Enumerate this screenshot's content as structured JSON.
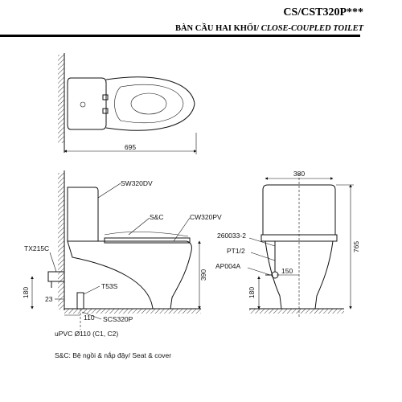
{
  "header": {
    "model": "CS/CST320P***",
    "subtitle_vi": "BÀN CẦU HAI KHỐI/ ",
    "subtitle_en": "CLOSE-COUPLED TOILET"
  },
  "top_view": {
    "width_dim": "695"
  },
  "side_view": {
    "labels": {
      "tank": "SW320DV",
      "seat": "S&C",
      "bowl": "CW320PV",
      "valve": "TX215C",
      "bolt": "T53S",
      "flange": "SCS320P",
      "pipe": "uPVC Ø110 (C1, C2)"
    },
    "dims": {
      "height": "390",
      "supply_height": "180",
      "supply_offset": "23",
      "outlet_offset": "110"
    }
  },
  "front_view": {
    "labels": {
      "hose": "260033-2",
      "fitting": "PT1/2",
      "stop_valve": "AP004A"
    },
    "dims": {
      "width": "380",
      "total_height": "765",
      "supply_height": "180",
      "offset": "150"
    }
  },
  "footnote": "S&C: Bệ ngồi & nắp đậy/ Seat & cover"
}
